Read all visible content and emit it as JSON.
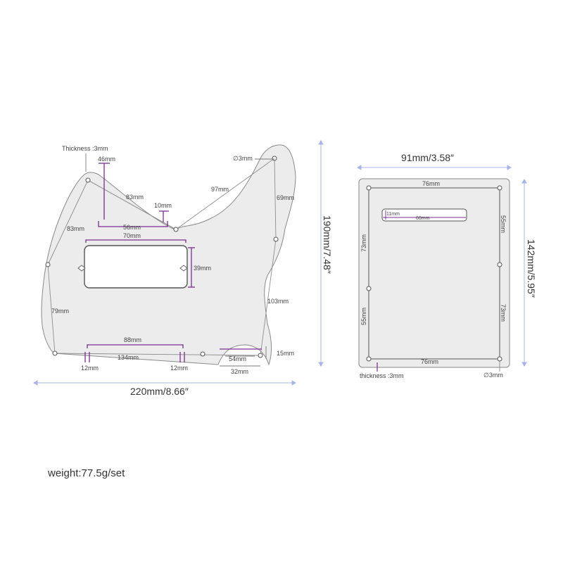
{
  "colors": {
    "outline": "#8a8a8a",
    "plate_fill": "#ececec",
    "dim_purple": "#7a2e8e",
    "dim_gray": "#6a6a6a",
    "label": "#444444",
    "blue_dim": "#a8b4e8"
  },
  "pickguard": {
    "thickness": "Thickness :3mm",
    "hole_size": "∅3mm",
    "dim_46": "46mm",
    "dim_83_top": "83mm",
    "dim_97": "97mm",
    "dim_10": "10mm",
    "dim_69": "69mm",
    "dim_83_left": "83mm",
    "dim_56": "56mm",
    "dim_70": "70mm",
    "dim_39": "39mm",
    "dim_79": "79mm",
    "dim_103": "103mm",
    "dim_88": "88mm",
    "dim_134": "134mm",
    "dim_12_left": "12mm",
    "dim_12_right": "12mm",
    "dim_54": "54mm",
    "dim_15": "15mm",
    "dim_32": "32mm",
    "width_total": "220mm/8.66″",
    "height_total": "190mm/7.48″"
  },
  "backplate": {
    "width_total": "91mm/3.58″",
    "height_total": "142mm/5.95″",
    "dim_76_top": "76mm",
    "dim_76_bottom": "76mm",
    "slot_11": "11mm",
    "slot_60": "60mm",
    "dim_55_right": "55mm",
    "dim_73_left": "73mm",
    "dim_73_right": "73mm",
    "dim_55_left": "55mm",
    "thickness": "thickness :3mm",
    "hole_size": "∅3mm"
  },
  "weight": "weight:77.5g/set"
}
